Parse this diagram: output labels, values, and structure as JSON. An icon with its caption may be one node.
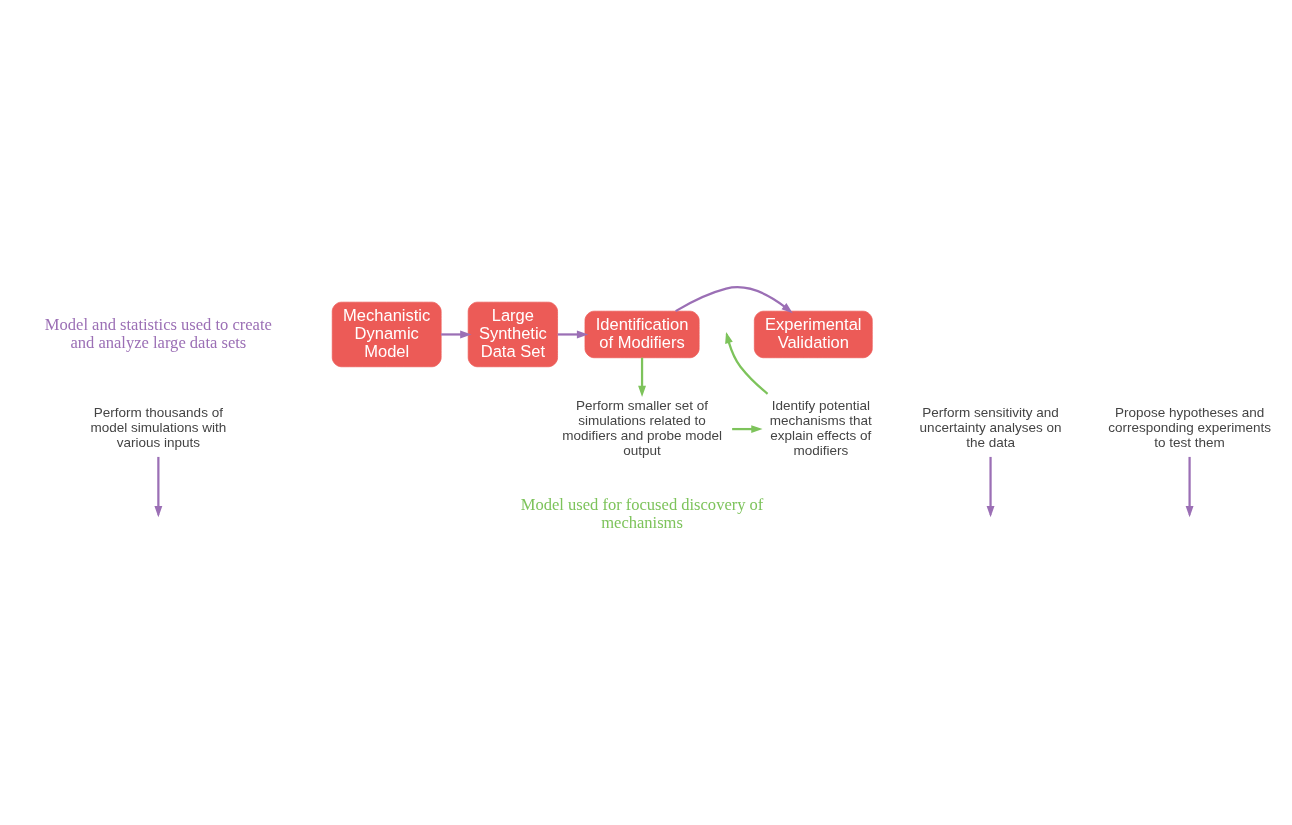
{
  "diagram": {
    "nodes": [
      {
        "text": [
          "Mechanistic Dynamic Model"
        ]
      },
      {
        "text": [
          "Large Synthetic Data Set"
        ]
      },
      {
        "text": [
          "Identification of Modifiers"
        ]
      },
      {
        "text": [
          "Experimental Validation"
        ]
      },
      {
        "text": [
          "Perform thousands of model simulations with various inputs"
        ]
      },
      {
        "text": [
          "Perform sensitivity and uncertainty analyses on the data"
        ]
      },
      {
        "text": [
          "Propose hypotheses and corresponding experiments to test them"
        ]
      },
      {
        "text": [
          "Perform smaller set of simulations related to modifiers and probe model output"
        ]
      },
      {
        "text": [
          "Identify potential mechanisms that explain effects of modifiers"
        ]
      }
    ],
    "edges": [
      {
        "from": 0,
        "to": 1,
        "arrow": "to"
      },
      {
        "from": 1,
        "to": 2,
        "arrow": "to"
      },
      {
        "from": 2,
        "to": 3,
        "arrow": "to"
      },
      {
        "from": 4,
        "to": null,
        "arrow": "to"
      },
      {
        "from": 5,
        "to": null,
        "arrow": "to"
      },
      {
        "from": 6,
        "to": null,
        "arrow": "to"
      },
      {
        "from": 2,
        "to": 7,
        "arrow": "to",
        "color": "#7dc35b"
      },
      {
        "from": 7,
        "to": 8,
        "arrow": "to",
        "color": "#7dc35b"
      },
      {
        "from": 8,
        "to": null,
        "arrow": "to",
        "color": "#7dc35b"
      }
    ],
    "labels": [
      "Model and statistics used to create and analyze large data sets",
      "Model used for focused discovery of mechanisms"
    ]
  }
}
